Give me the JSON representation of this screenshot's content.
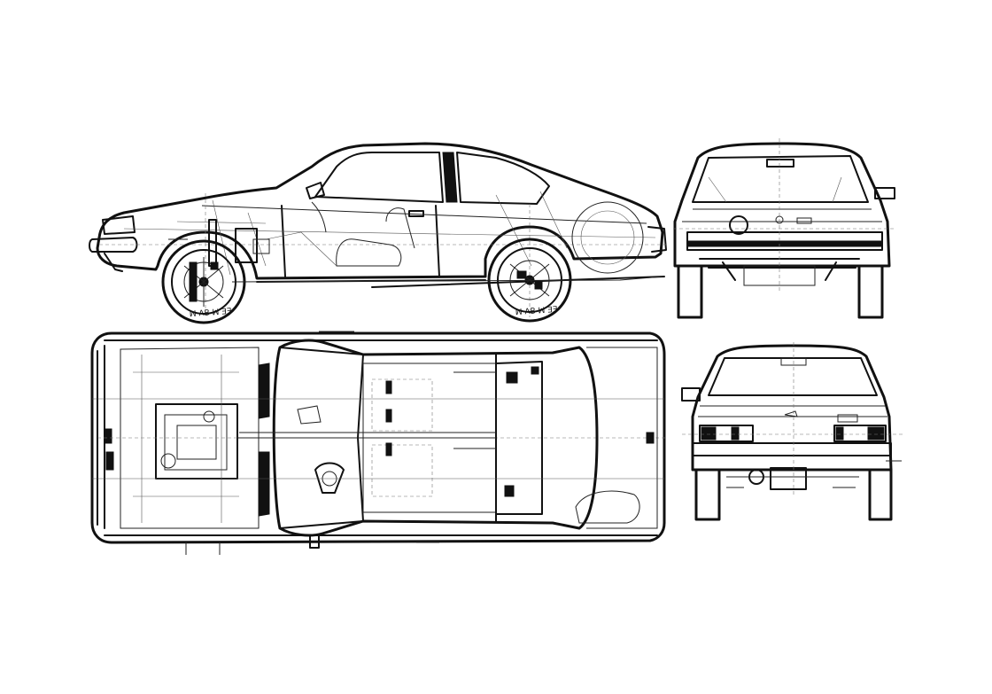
{
  "drawing": {
    "subject": "car",
    "views": [
      {
        "view": "side",
        "key": "side-view"
      },
      {
        "view": "top",
        "key": "top-view"
      },
      {
        "view": "front",
        "key": "front-view"
      },
      {
        "view": "rear",
        "key": "rear-view"
      }
    ],
    "colors": {
      "background": "#ffffff",
      "line": "#111111"
    }
  }
}
